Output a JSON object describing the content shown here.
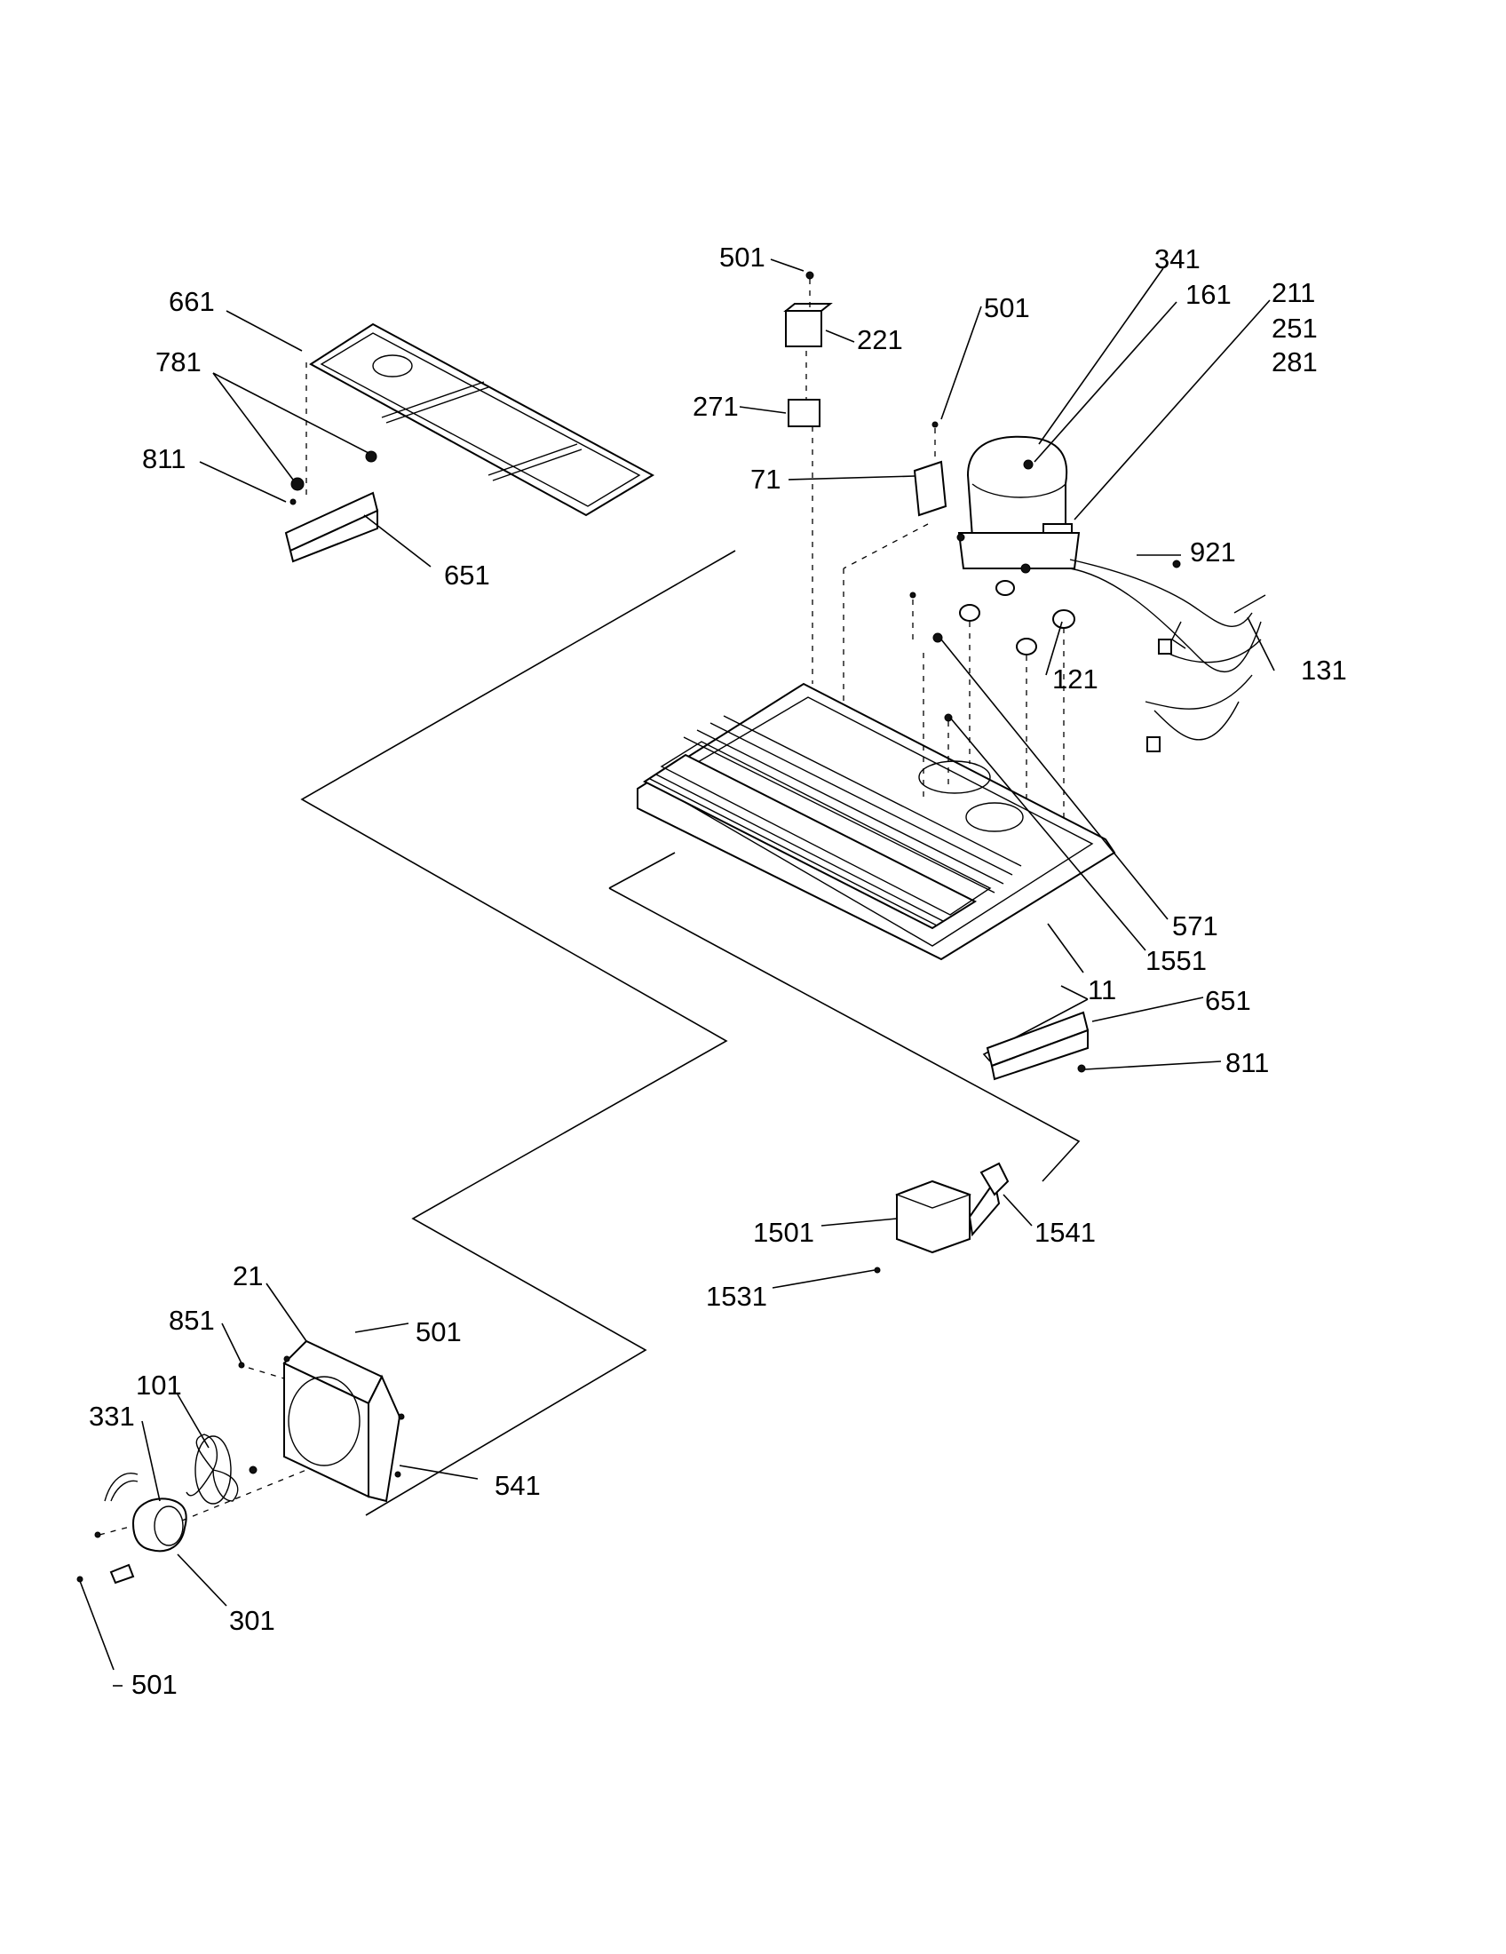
{
  "labels": [
    {
      "id": "501-top",
      "text": "501"
    },
    {
      "id": "221",
      "text": "221"
    },
    {
      "id": "271",
      "text": "271"
    },
    {
      "id": "501-mid",
      "text": "501"
    },
    {
      "id": "71",
      "text": "71"
    },
    {
      "id": "341",
      "text": "341"
    },
    {
      "id": "161",
      "text": "161"
    },
    {
      "id": "211",
      "text": "211"
    },
    {
      "id": "251",
      "text": "251"
    },
    {
      "id": "281",
      "text": "281"
    },
    {
      "id": "921",
      "text": "921"
    },
    {
      "id": "131",
      "text": "131"
    },
    {
      "id": "121",
      "text": "121"
    },
    {
      "id": "661",
      "text": "661"
    },
    {
      "id": "781",
      "text": "781"
    },
    {
      "id": "811-left",
      "text": "811"
    },
    {
      "id": "651-left",
      "text": "651"
    },
    {
      "id": "571",
      "text": "571"
    },
    {
      "id": "1551",
      "text": "1551"
    },
    {
      "id": "11",
      "text": "11"
    },
    {
      "id": "651-right",
      "text": "651"
    },
    {
      "id": "811-right",
      "text": "811"
    },
    {
      "id": "1501",
      "text": "1501"
    },
    {
      "id": "1541",
      "text": "1541"
    },
    {
      "id": "1531",
      "text": "1531"
    },
    {
      "id": "21",
      "text": "21"
    },
    {
      "id": "851",
      "text": "851"
    },
    {
      "id": "501-fan",
      "text": "501"
    },
    {
      "id": "101",
      "text": "101"
    },
    {
      "id": "331",
      "text": "331"
    },
    {
      "id": "541",
      "text": "541"
    },
    {
      "id": "301",
      "text": "301"
    },
    {
      "id": "501-bottom",
      "text": "501"
    }
  ]
}
